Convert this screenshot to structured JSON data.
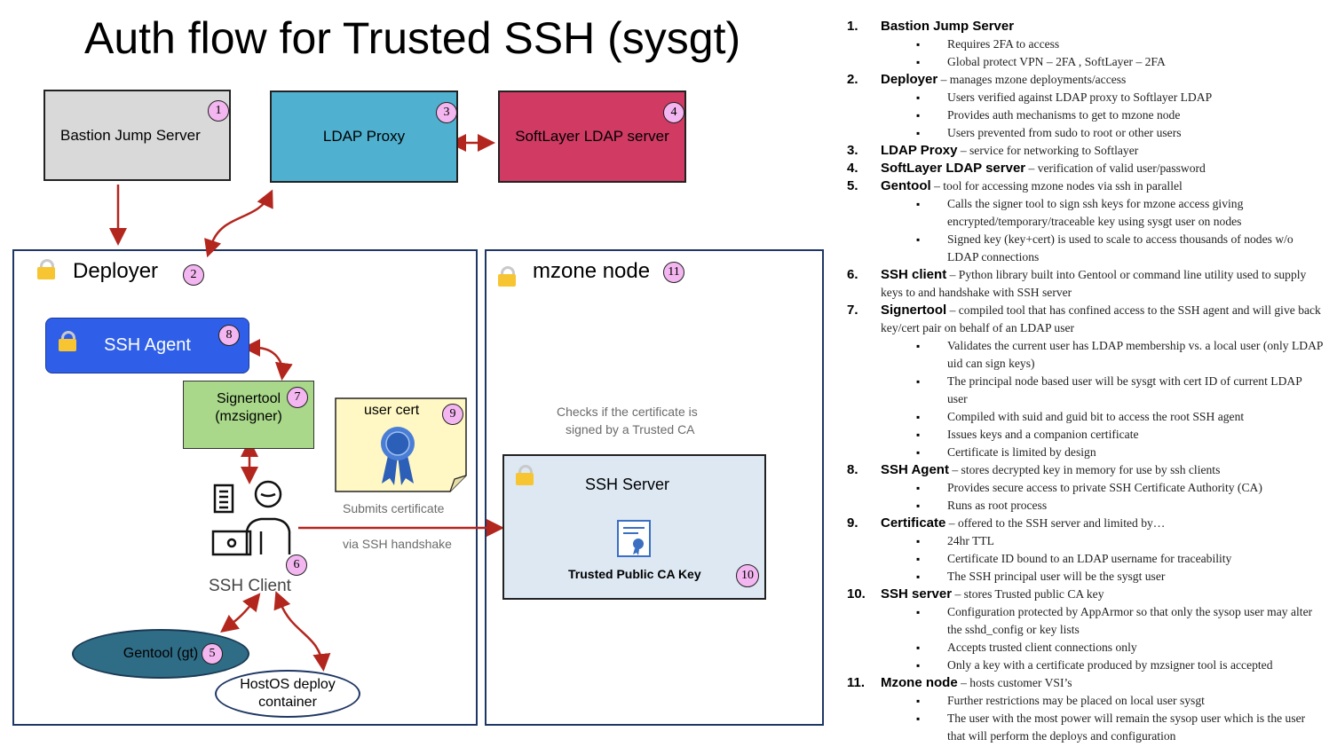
{
  "title": "Auth flow for Trusted SSH (sysgt)",
  "nodes": {
    "bastion": {
      "label": "Bastion Jump Server",
      "num": "1"
    },
    "deployer": {
      "label": "Deployer",
      "num": "2"
    },
    "ldap_proxy": {
      "label": "LDAP Proxy",
      "num": "3"
    },
    "softlayer": {
      "label": "SoftLayer LDAP server",
      "num": "4"
    },
    "gentool": {
      "label": "Gentool (gt)",
      "num": "5"
    },
    "ssh_client": {
      "label": "SSH Client",
      "num": "6"
    },
    "signertool": {
      "label1": "Signertool",
      "label2": "(mzsigner)",
      "num": "7"
    },
    "ssh_agent": {
      "label": "SSH Agent",
      "num": "8"
    },
    "user_cert": {
      "label": "user cert",
      "num": "9"
    },
    "ssh_server": {
      "label": "SSH Server",
      "ca_label": "Trusted Public CA Key",
      "num": "10"
    },
    "mzone": {
      "label": "mzone node",
      "num": "11"
    },
    "hostos": {
      "label1": "HostOS deploy",
      "label2": "container"
    }
  },
  "annotations": {
    "checks_line1": "Checks if the certificate is",
    "checks_line2": "signed by a Trusted CA",
    "submits": "Submits certificate",
    "via": "via SSH handshake"
  },
  "colors": {
    "bastion": "#d9d9d9",
    "ldap_proxy": "#4fb0cf",
    "softlayer": "#d03a63",
    "ssh_agent": "#2f5fe8",
    "signertool": "#a9d88a",
    "user_cert": "#fff7c4",
    "gentool": "#2f6d86",
    "ssh_server": "#dde8f3",
    "badge": "#f3b6f0",
    "frame": "#1f3765",
    "arrow": "#b3261e"
  },
  "notes": [
    {
      "num": "1.",
      "head": "Bastion Jump Server",
      "text": "",
      "subs": [
        "Requires 2FA to access",
        "Global protect VPN – 2FA , SoftLayer – 2FA"
      ]
    },
    {
      "num": "2.",
      "head": "Deployer",
      "text": " – manages mzone deployments/access",
      "subs": [
        "Users verified against LDAP proxy to Softlayer LDAP",
        "Provides auth mechanisms to get to mzone node",
        "Users prevented from sudo to root or other users"
      ]
    },
    {
      "num": "3.",
      "head": "LDAP Proxy",
      "text": " – service for networking to Softlayer",
      "subs": []
    },
    {
      "num": "4.",
      "head": "SoftLayer LDAP server",
      "text": " – verification of valid user/password",
      "subs": []
    },
    {
      "num": "5.",
      "head": "Gentool",
      "text": " – tool for accessing mzone nodes via ssh in parallel",
      "subs": [
        "Calls the signer tool to sign ssh keys for mzone access giving encrypted/temporary/traceable key using sysgt user on nodes",
        "Signed key (key+cert) is used to scale to access thousands of nodes w/o LDAP connections"
      ]
    },
    {
      "num": "6.",
      "head": "SSH client",
      "text": " – Python library built into Gentool or command line utility used to supply keys to and handshake with SSH server",
      "subs": []
    },
    {
      "num": "7.",
      "head": "Signertool",
      "text": " – compiled tool that has confined access to the SSH agent and will give back key/cert pair on behalf of an LDAP user",
      "subs": [
        "Validates the current user has LDAP membership vs. a local user (only LDAP uid can sign keys)",
        "The principal node based user will be sysgt with cert ID of current LDAP user",
        "Compiled with suid and guid bit to access the root SSH agent",
        "Issues keys and a companion certificate",
        "Certificate is limited by design"
      ]
    },
    {
      "num": "8.",
      "head": "SSH Agent",
      "text": " – stores decrypted key in memory for use by ssh clients",
      "subs": [
        "Provides secure access to private SSH Certificate Authority (CA)",
        "Runs as root process"
      ]
    },
    {
      "num": "9.",
      "head": "Certificate",
      "text": " – offered to the SSH server and limited by…",
      "subs": [
        "24hr TTL",
        "Certificate ID bound to an LDAP username for traceability",
        "The SSH principal user will be the sysgt user"
      ]
    },
    {
      "num": "10.",
      "head": "SSH server",
      "text": " – stores Trusted public CA key",
      "subs": [
        "Configuration protected by AppArmor so that only the sysop user may alter the sshd_config or key lists",
        "Accepts trusted client connections only",
        "Only a key with a certificate produced by mzsigner tool is accepted"
      ]
    },
    {
      "num": "11.",
      "head": "Mzone node",
      "text": " – hosts customer VSI’s",
      "subs": [
        "Further restrictions may be placed on local user sysgt",
        "The user with the most power will remain the sysop user which is the user that will perform the deploys and configuration"
      ]
    }
  ]
}
